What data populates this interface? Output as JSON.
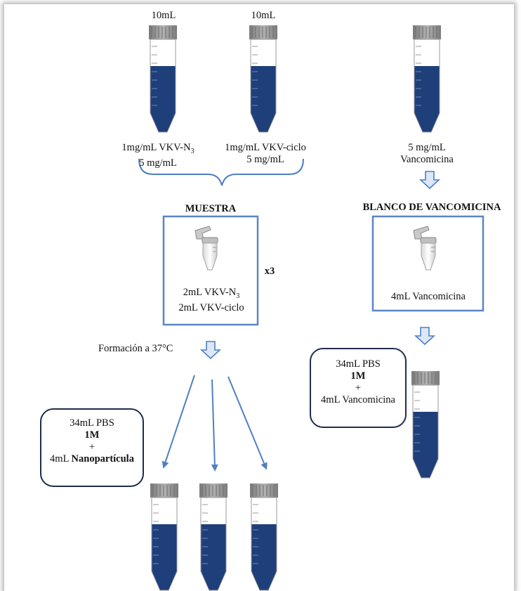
{
  "tubes_top": {
    "left_volume": "10mL",
    "middle_volume": "10mL"
  },
  "reagents": {
    "vkv_n3_line1": "1mg/mL VKV-N",
    "vkv_n3_sub": "3",
    "vkv_n3_line2": "5 mg/mL",
    "vkv_ciclo_line1": "1mg/mL VKV-ciclo",
    "vkv_ciclo_line2": "5 mg/mL",
    "vanco_line1": "5 mg/mL",
    "vanco_line2": "Vancomicina"
  },
  "muestra": {
    "title": "MUESTRA",
    "line1_prefix": "2mL VKV-N",
    "line1_sub": "3",
    "line2": "2mL VKV-ciclo",
    "multiplier": "x3"
  },
  "blanco": {
    "title": "BLANCO DE VANCOMICINA",
    "line1": "4mL Vancomicina"
  },
  "formation": {
    "label": "Formación a 37°C"
  },
  "pbs_left": {
    "line1": "34mL PBS",
    "line2": "1M",
    "line3": "+",
    "line4_prefix": "4mL",
    "line4_bold": "Nanopartícula"
  },
  "pbs_right": {
    "line1": "34mL PBS",
    "line2": "1M",
    "line3": "+",
    "line4": "4mL Vancomicina"
  },
  "colors": {
    "liquid": "#1f3f7a",
    "accent": "#4f7fc4",
    "box_border": "#5b86c6",
    "dark_border": "#1f2d4d",
    "cap": "#8f8f8f"
  }
}
